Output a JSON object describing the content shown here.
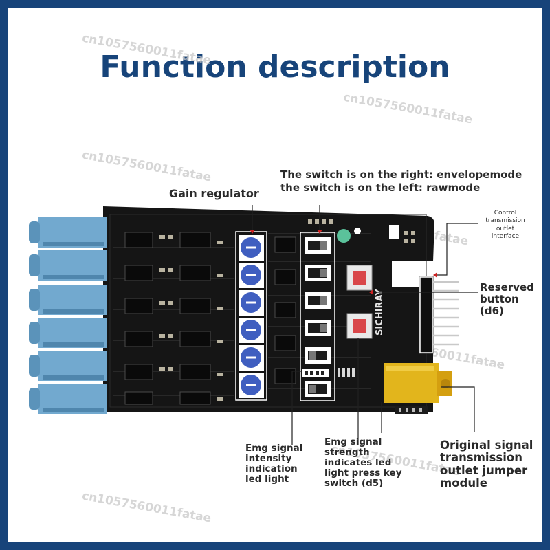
{
  "title": "Function description",
  "watermark": "cn1057560011fatae",
  "labels": {
    "switch_right": "The switch is on the right: envelopemode",
    "switch_left": "the switch is on the left: rawmode",
    "gain_regulator": "Gain regulator",
    "control_interface": [
      "Control",
      "transmission",
      "outlet",
      "interface"
    ],
    "reserved_button": [
      "Reserved",
      "button",
      "(d6)"
    ],
    "emg_intensity": [
      "Emg signal",
      "intensity",
      "indication",
      "led light"
    ],
    "emg_strength": [
      "Emg signal",
      "strength",
      "indicates led",
      "light press key",
      "switch (d5)"
    ],
    "original_signal": [
      "Original signal",
      "transmission",
      "outlet jumper",
      "module"
    ]
  },
  "board": {
    "silkscreen_brand": "SICHIRAY",
    "jack_count": 6,
    "potentiometer_count": 6,
    "slide_switch_count": 6,
    "push_button_count": 2
  },
  "colors": {
    "frame": "#17447a",
    "title": "#17447a",
    "pcb": "#151515",
    "jack": "#72a9cf",
    "potentiometer": "#3f5ec0",
    "button_cap": "#d9474a",
    "connector": "#e2b51c",
    "annotation": "#2a2a2a"
  }
}
